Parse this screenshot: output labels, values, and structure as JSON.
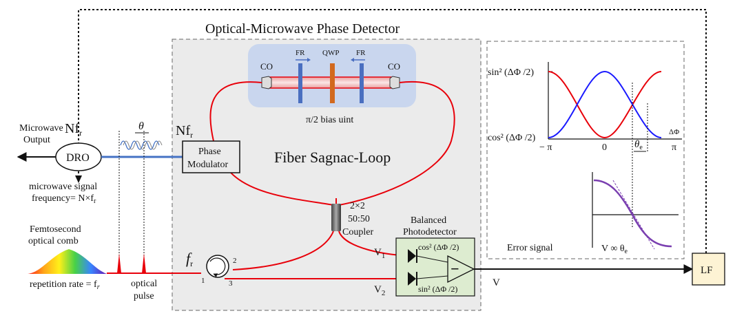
{
  "title": "Optical-Microwave Phase Detector",
  "microwave_output": [
    "Microwave",
    "Output"
  ],
  "dro": "DRO",
  "nfr_left": "Nf",
  "nfr_right": "Nf",
  "r_sub": "r",
  "theta": "θ",
  "phase_modulator": [
    "Phase",
    "Modulator"
  ],
  "mw_freq": [
    "microwave signal",
    "frequency= N×f"
  ],
  "femto": [
    "Femtosecond",
    "optical comb"
  ],
  "rep_rate": "repetition rate = f",
  "optical_pulse": [
    "optical",
    "pulse"
  ],
  "fr_label": "f",
  "circ_ports": [
    "1",
    "2",
    "3"
  ],
  "bias": {
    "co_left": "CO",
    "co_right": "CO",
    "fr_left": "FR",
    "fr_right": "FR",
    "qwp": "QWP",
    "caption": "π/2 bias uint"
  },
  "sagnac": "Fiber Sagnac-Loop",
  "coupler": [
    "2×2",
    "50:50",
    "Coupler"
  ],
  "bpd": {
    "title": [
      "Balanced",
      "Photodetector"
    ],
    "cos": "cos² (ΔΦ /2)",
    "sin": "sin² (ΔΦ /2)",
    "minus": "−"
  },
  "v1": "V",
  "v1_sub": "1",
  "v2": "V",
  "v2_sub": "2",
  "v_out": "V",
  "lf": "LF",
  "error": {
    "sin_label": "sin² (ΔΦ /2)",
    "cos_label": "cos² (ΔΦ /2)",
    "dphi": "ΔΦ",
    "neg_pi": "− π",
    "zero": "0",
    "pi": "π",
    "theta_e": "θ",
    "theta_sub": "e",
    "error_signal": "Error signal",
    "v_prop": "V ∞ θ"
  },
  "colors": {
    "fiber": "#e8000a",
    "blue_line": "#4472c4",
    "sin_curve": "#e8000a",
    "cos_curve": "#1a1aff",
    "error_curve": "#7a3fb0",
    "box_fill": "#ebebeb",
    "bias_fill": "#c9d6ee",
    "bpd_fill": "#ddecd0",
    "lf_fill": "#fdf3d4",
    "qwp": "#d2691e",
    "fr": "#4a6fc0"
  }
}
